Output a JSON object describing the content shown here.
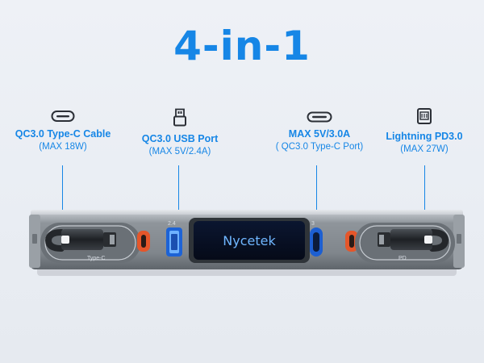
{
  "headline": "4-in-1",
  "features": [
    {
      "icon": "usb-c-cable-icon",
      "title": "QC3.0 Type-C Cable",
      "subtitle": "(MAX 18W)"
    },
    {
      "icon": "usb-a-port-icon",
      "title": "QC3.0 USB Port",
      "subtitle": "(MAX 5V/2.4A)"
    },
    {
      "icon": "usb-c-port-icon",
      "title": "MAX 5V/3.0A",
      "subtitle": "( QC3.0 Type-C Port)"
    },
    {
      "icon": "lightning-connector-icon",
      "title": "Lightning PD3.0",
      "subtitle": "(MAX 27W)"
    }
  ],
  "hub": {
    "brand": "Nycetek",
    "left_port_label": "Type-C",
    "right_port_label": "PD",
    "usb_port_mark": "2.4",
    "type_c_port_mark": "3"
  },
  "colors": {
    "accent": "#1686e6",
    "background": "#eceff4",
    "hub_body": "#8a9096",
    "display_blue": "#6fb6ff"
  }
}
